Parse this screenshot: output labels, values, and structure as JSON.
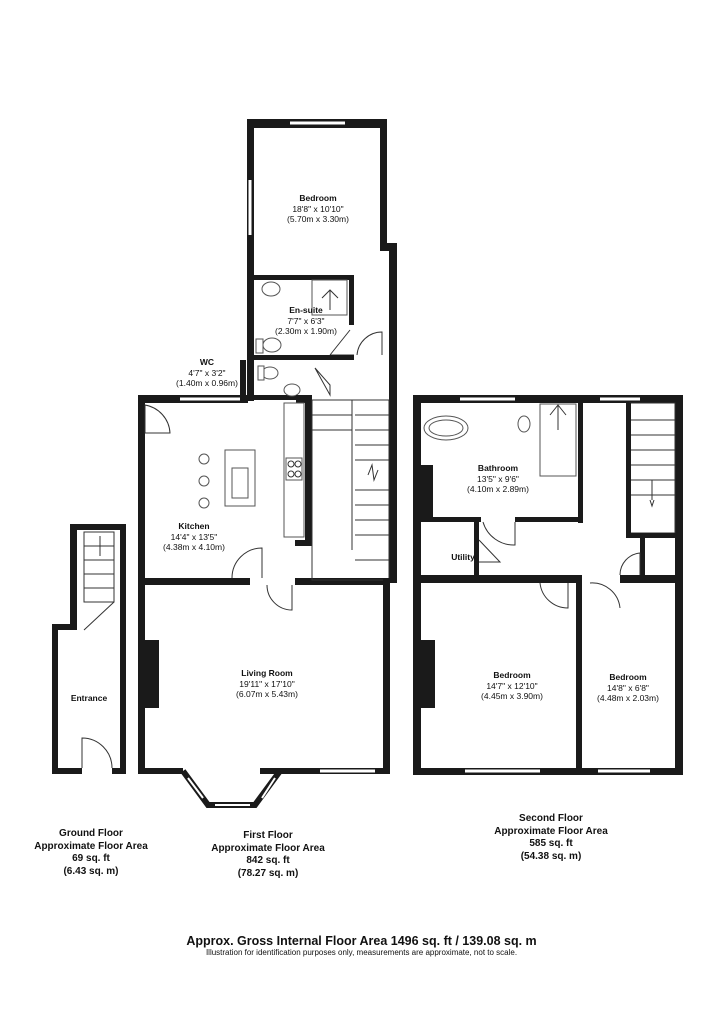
{
  "rooms": {
    "bedroom_top": {
      "name": "Bedroom",
      "dim_imperial": "18'8\" x 10'10\"",
      "dim_metric": "(5.70m x 3.30m)"
    },
    "ensuite": {
      "name": "En-suite",
      "dim_imperial": "7'7\" x 6'3\"",
      "dim_metric": "(2.30m x 1.90m)"
    },
    "wc": {
      "name": "WC",
      "dim_imperial": "4'7\" x 3'2\"",
      "dim_metric": "(1.40m x 0.96m)"
    },
    "kitchen": {
      "name": "Kitchen",
      "dim_imperial": "14'4\" x 13'5\"",
      "dim_metric": "(4.38m x 4.10m)"
    },
    "living": {
      "name": "Living Room",
      "dim_imperial": "19'11\" x 17'10\"",
      "dim_metric": "(6.07m x 5.43m)"
    },
    "entrance": {
      "name": "Entrance"
    },
    "bathroom": {
      "name": "Bathroom",
      "dim_imperial": "13'5\" x 9'6\"",
      "dim_metric": "(4.10m x 2.89m)"
    },
    "utility": {
      "name": "Utility"
    },
    "bedroom_left": {
      "name": "Bedroom",
      "dim_imperial": "14'7\" x 12'10\"",
      "dim_metric": "(4.45m x 3.90m)"
    },
    "bedroom_right": {
      "name": "Bedroom",
      "dim_imperial": "14'8\" x 6'8\"",
      "dim_metric": "(4.48m x 2.03m)"
    }
  },
  "areas": {
    "ground": {
      "line1": "Ground Floor",
      "line2": "Approximate Floor Area",
      "line3": "69 sq. ft",
      "line4": "(6.43 sq. m)"
    },
    "first": {
      "line1": "First Floor",
      "line2": "Approximate Floor Area",
      "line3": "842 sq. ft",
      "line4": "(78.27 sq. m)"
    },
    "second": {
      "line1": "Second Floor",
      "line2": "Approximate Floor Area",
      "line3": "585 sq. ft",
      "line4": "(54.38 sq. m)"
    }
  },
  "footer": {
    "gross": "Approx. Gross Internal Floor Area 1496 sq. ft / 139.08 sq. m",
    "disclaimer": "Illustration for identification purposes only, measurements are approximate, not to scale."
  }
}
